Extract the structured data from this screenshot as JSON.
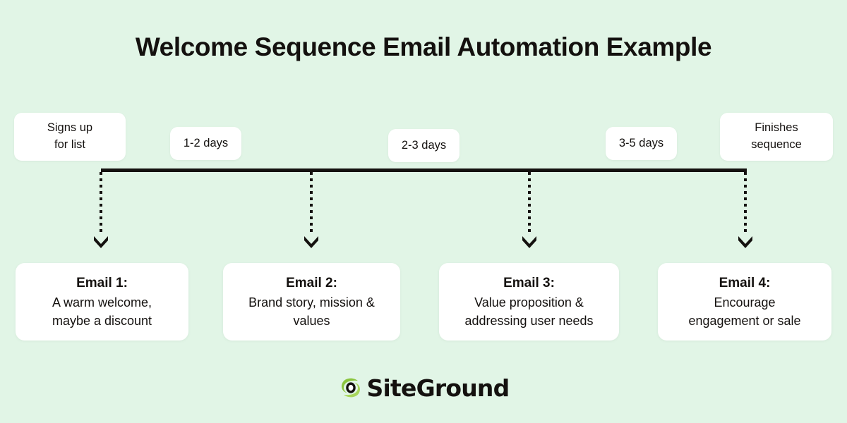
{
  "page": {
    "title": "Welcome Sequence Email Automation Example",
    "background_color": "#e1f5e6",
    "text_color": "#14110f",
    "card_color": "#ffffff"
  },
  "timeline": {
    "labels": [
      {
        "id": "signs-up",
        "text_line1": "Signs up",
        "text_line2": "for list"
      },
      {
        "id": "delay-1-2-days",
        "text_line1": "1-2 days",
        "text_line2": ""
      },
      {
        "id": "delay-2-3-days",
        "text_line1": "2-3 days",
        "text_line2": ""
      },
      {
        "id": "delay-3-5-days",
        "text_line1": "3-5 days",
        "text_line2": ""
      },
      {
        "id": "finishes",
        "text_line1": "Finishes",
        "text_line2": "sequence"
      }
    ],
    "bar_color": "#14110f",
    "connector_count": 4
  },
  "emails": [
    {
      "heading": "Email 1:",
      "line1": "A warm welcome,",
      "line2": "maybe a discount"
    },
    {
      "heading": "Email 2:",
      "line1": "Brand story, mission &",
      "line2": "values"
    },
    {
      "heading": "Email 3:",
      "line1": "Value proposition &",
      "line2": "addressing user needs"
    },
    {
      "heading": "Email 4:",
      "line1": "Encourage",
      "line2": "engagement or sale"
    }
  ],
  "footer": {
    "brand_name": "SiteGround",
    "logo_icon": "siteground-swirl-icon",
    "logo_green": "#8bc53f",
    "logo_dark": "#14110f"
  }
}
